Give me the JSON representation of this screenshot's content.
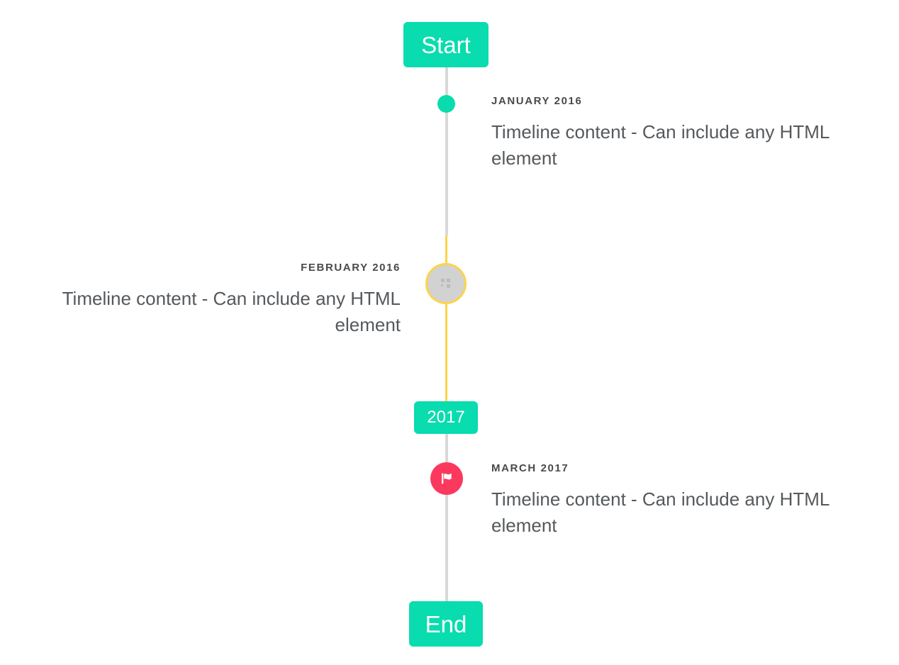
{
  "timeline": {
    "line_color": "#d8d8d8",
    "active_line_color": "#fbd44c",
    "accent_color": "#09dcae",
    "alert_color": "#fb395f",
    "pending_color": "#d2d2d2",
    "start_badge": {
      "label": "Start"
    },
    "year_badge": {
      "label": "2017"
    },
    "end_badge": {
      "label": "End"
    },
    "entries": [
      {
        "side": "right",
        "date": "JANUARY 2016",
        "body": "Timeline content - Can include any HTML element",
        "marker": "dot-icon",
        "marker_color": "#09dcae"
      },
      {
        "side": "left",
        "date": "FEBRUARY 2016",
        "body": "Timeline content - Can include any HTML element",
        "marker": "placeholder-glyph-icon",
        "marker_color": "#d2d2d2",
        "marker_border_color": "#fbd44c"
      },
      {
        "side": "right",
        "date": "MARCH 2017",
        "body": "Timeline content - Can include any HTML element",
        "marker": "flag-icon",
        "marker_color": "#fb395f"
      }
    ]
  }
}
